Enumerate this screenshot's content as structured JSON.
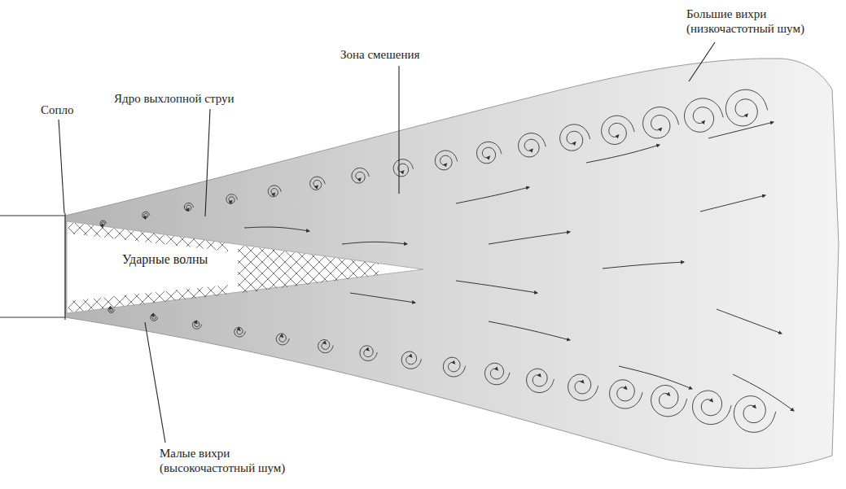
{
  "diagram": {
    "labels": [
      "Большие вихри (низкочастотный шум)",
      "Зона смешения",
      "Ядро выхлопной струи",
      "Сопло",
      "Ударные волны",
      "Малые вихри (высокочастотный шум)"
    ]
  }
}
